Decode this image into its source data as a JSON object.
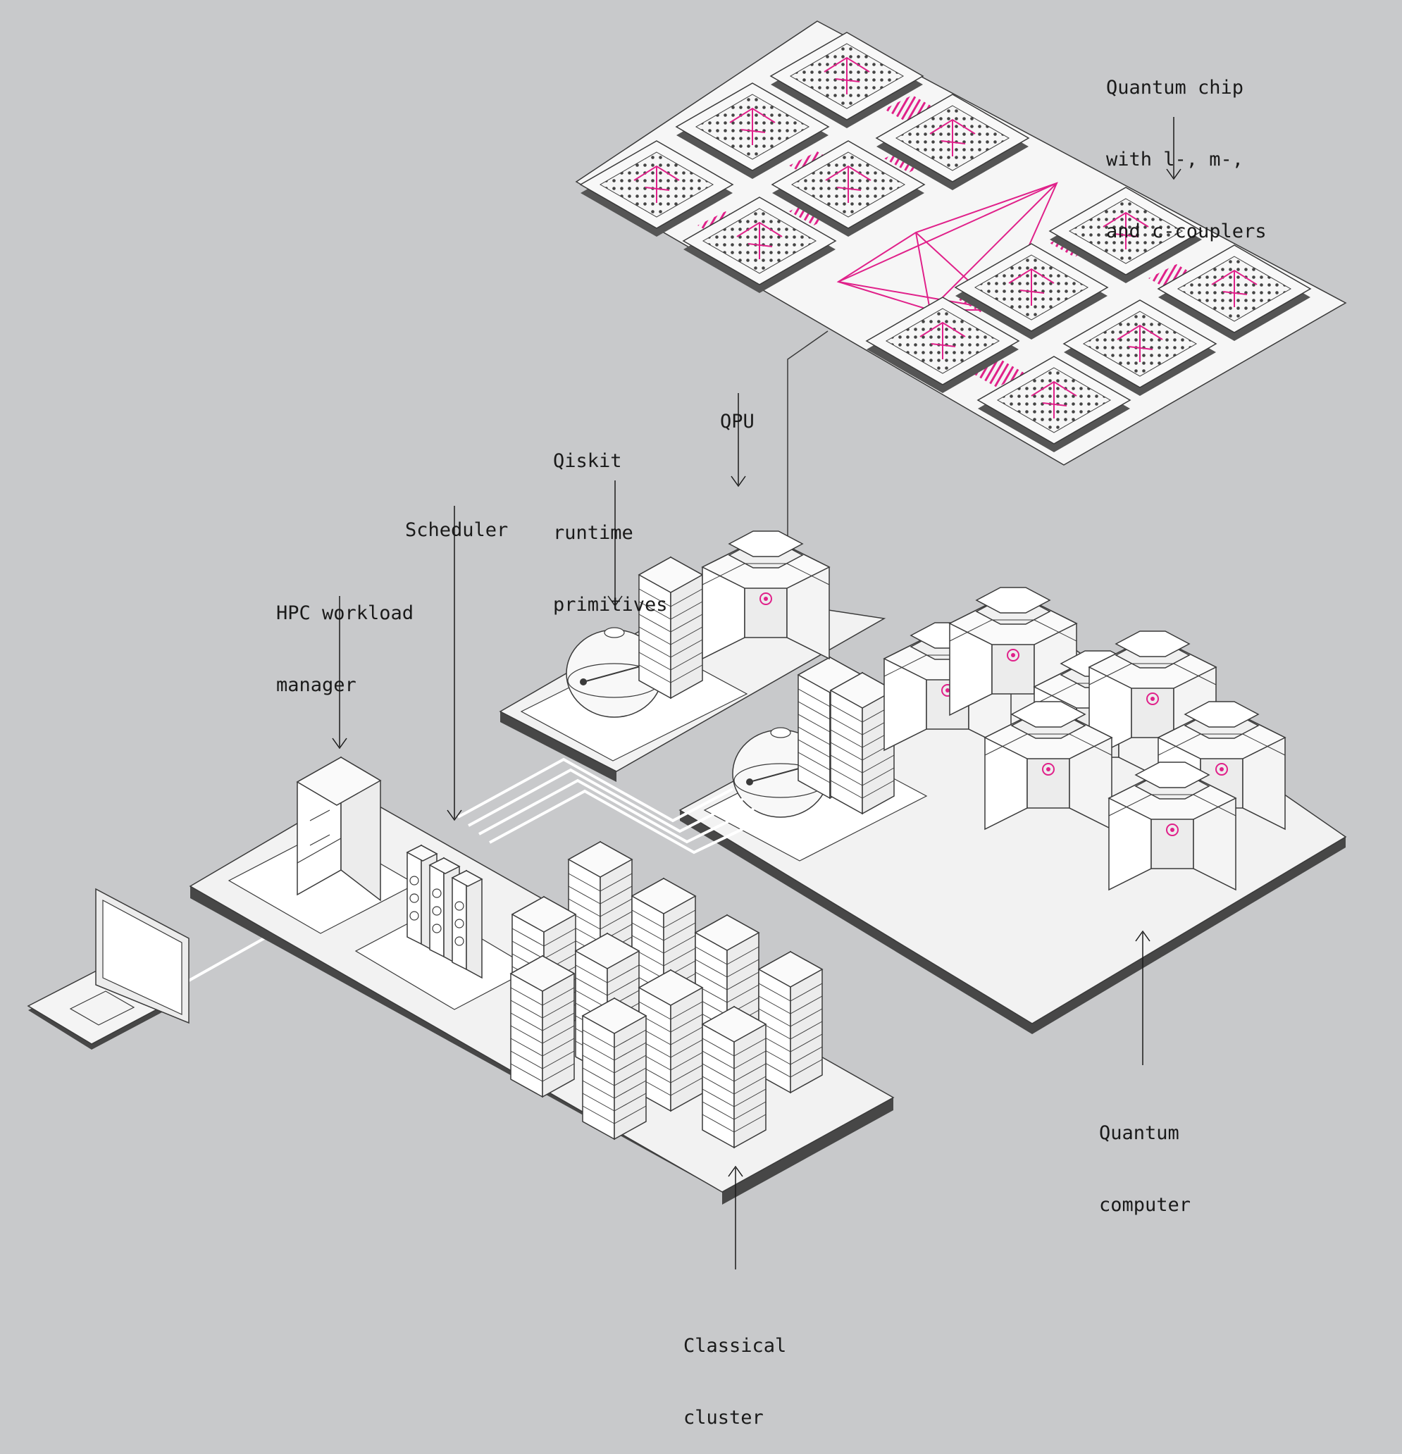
{
  "labels": {
    "quantum_chip": [
      "Quantum chip",
      "with l-, m-,",
      "and c-couplers"
    ],
    "qpu": [
      "QPU"
    ],
    "qiskit": [
      "Qiskit",
      "runtime",
      "primitives"
    ],
    "scheduler": [
      "Scheduler"
    ],
    "hpc": [
      "HPC workload",
      "manager"
    ],
    "quantum_computer": [
      "Quantum",
      "computer"
    ],
    "classical_cluster": [
      "Classical",
      "cluster"
    ]
  },
  "colors": {
    "background": "#c8c9cb",
    "accent": "#e0218a",
    "line": "#3a3a3a",
    "surface": "#f2f2f2",
    "shadow": "#4a4a4a"
  }
}
